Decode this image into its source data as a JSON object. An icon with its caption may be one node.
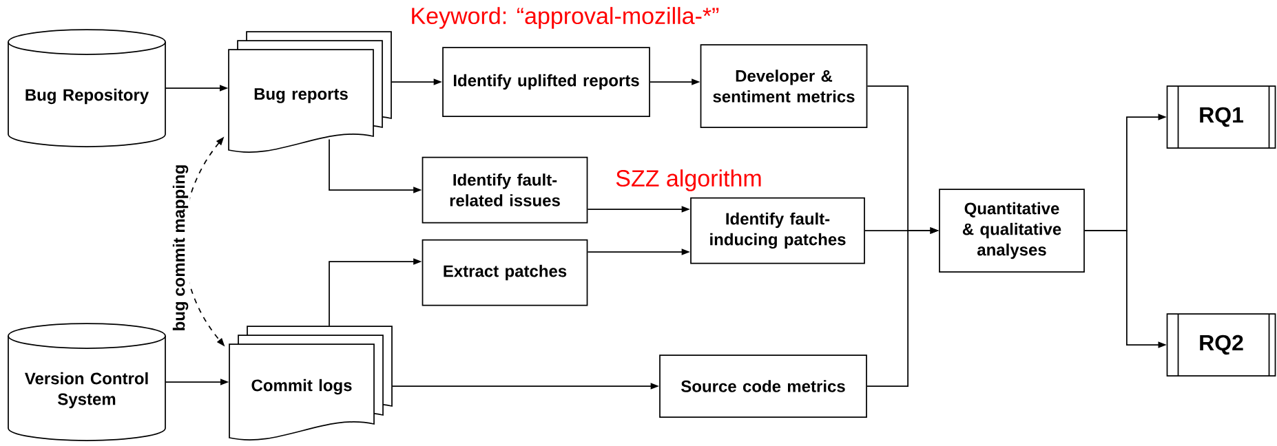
{
  "diagram": {
    "nodes": [
      {
        "text": [
          "Bug Repository"
        ]
      },
      {
        "text": [
          "Bug reports"
        ]
      },
      {
        "text": [
          "Identify uplifted reports"
        ]
      },
      {
        "text": [
          "Developer & sentiment metrics"
        ]
      },
      {
        "text": [
          "Identify fault-related issues"
        ]
      },
      {
        "text": [
          "Identify fault-inducing patches"
        ]
      },
      {
        "text": [
          "Extract patches"
        ]
      },
      {
        "text": [
          "Version Control System"
        ]
      },
      {
        "text": [
          "Commit logs"
        ]
      },
      {
        "text": [
          "Source code metrics"
        ]
      },
      {
        "text": [
          "Quantitative & qualitative analyses"
        ]
      },
      {
        "text": [
          "RQ1"
        ]
      },
      {
        "text": [
          "RQ2"
        ]
      }
    ],
    "edges": [
      {
        "from": 0,
        "to": 1,
        "arrow": "to"
      },
      {
        "from": 1,
        "to": 2,
        "arrow": "to",
        "label": "Keyword: “approval-mozilla-*”"
      },
      {
        "from": 2,
        "to": 3,
        "arrow": "to"
      },
      {
        "from": 1,
        "to": 4,
        "arrow": "to"
      },
      {
        "from": 4,
        "to": 5,
        "arrow": "to",
        "label": "SZZ algorithm"
      },
      {
        "from": 6,
        "to": 5,
        "arrow": "to"
      },
      {
        "from": 8,
        "to": 6,
        "arrow": "to"
      },
      {
        "from": 7,
        "to": 8,
        "arrow": "to"
      },
      {
        "from": 8,
        "to": 9,
        "arrow": "to"
      },
      {
        "from": 1,
        "to": 8,
        "arrow": "both",
        "style": "dashed",
        "label": "bug commit mapping"
      },
      {
        "from": 3,
        "to": 10,
        "arrow": "to"
      },
      {
        "from": 5,
        "to": 10,
        "arrow": "to"
      },
      {
        "from": 9,
        "to": 10,
        "arrow": "to"
      },
      {
        "from": 10,
        "to": 11,
        "arrow": "to"
      },
      {
        "from": 10,
        "to": 12,
        "arrow": "to"
      }
    ]
  }
}
